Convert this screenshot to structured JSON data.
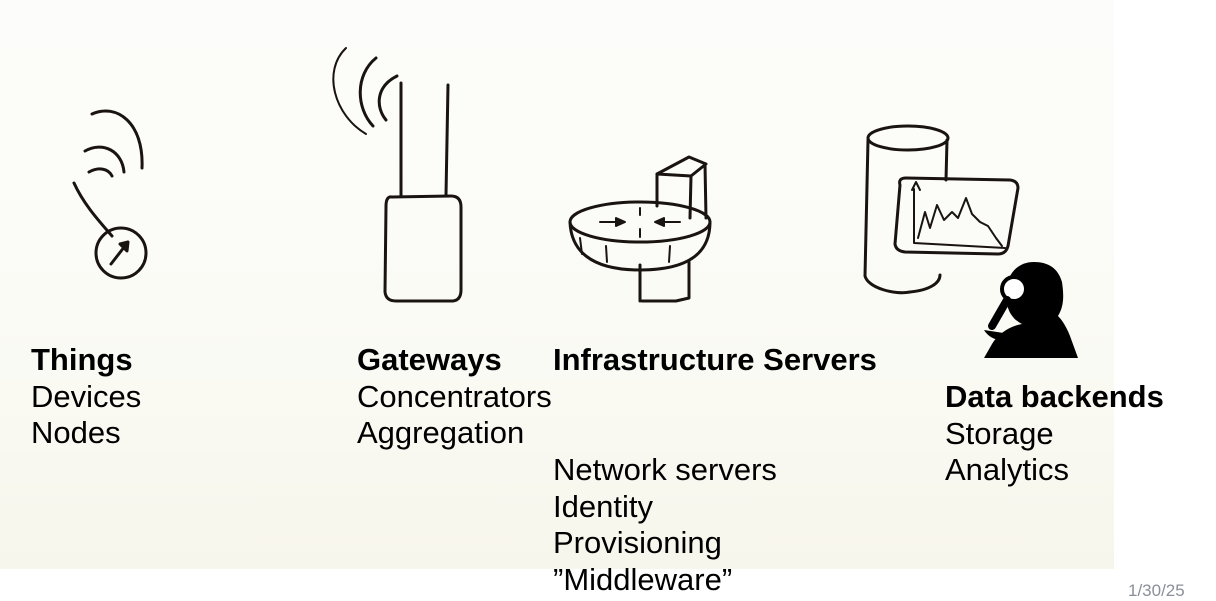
{
  "columns": {
    "things": {
      "title": "Things",
      "items": [
        "Devices",
        "Nodes"
      ]
    },
    "gateways": {
      "title": "Gateways",
      "items": [
        "Concentrators",
        "Aggregation"
      ]
    },
    "infrastructure": {
      "title": "Infrastructure Servers",
      "items": [
        "Network servers",
        "Identity",
        "Provisioning",
        "”Middleware”"
      ]
    },
    "data": {
      "title": "Data backends",
      "items": [
        "Storage",
        "Analytics"
      ]
    }
  },
  "footer": {
    "date": "1/30/25"
  },
  "icons": [
    "device-sketch-icon",
    "gateway-sketch-icon",
    "router-server-sketch-icon",
    "database-analytics-sketch-icon",
    "analyst-magnifier-icon"
  ]
}
